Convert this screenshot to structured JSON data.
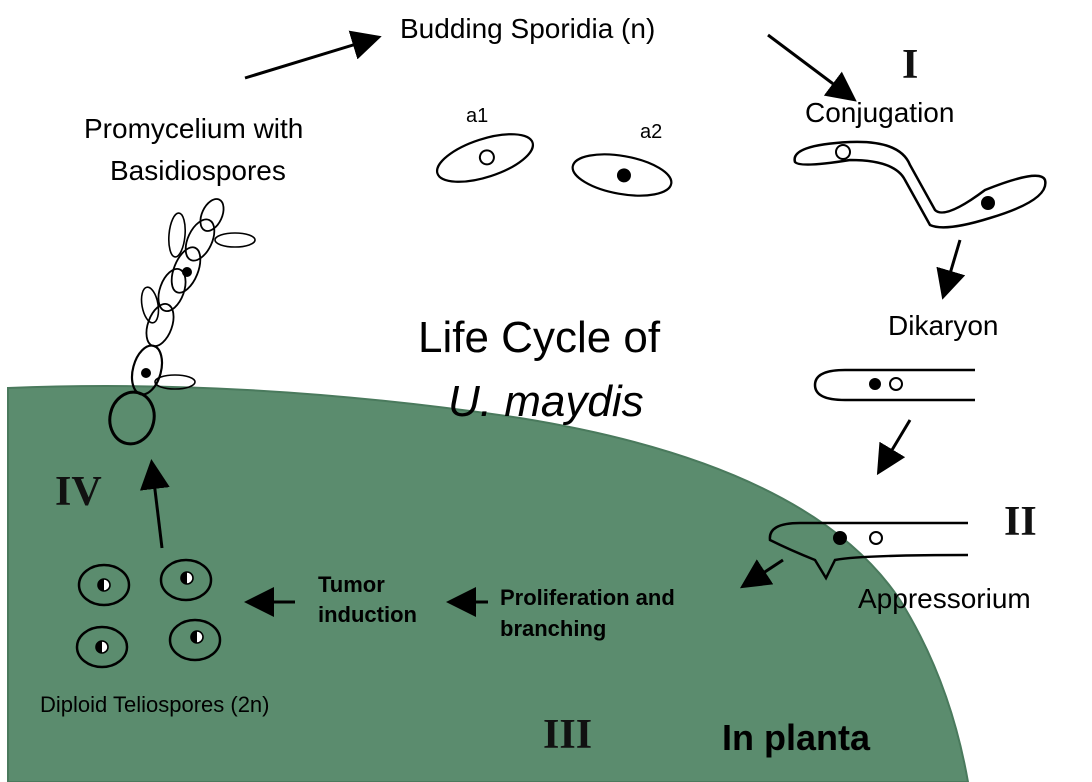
{
  "title": {
    "line1": "Life Cycle of",
    "line2": "U.  maydis"
  },
  "stages": {
    "budding": "Budding Sporidia (n)",
    "mating_a1": "a1",
    "mating_a2": "a2",
    "promycelium_line1": "Promycelium with",
    "promycelium_line2": "Basidiospores",
    "conjugation": "Conjugation",
    "dikaryon": "Dikaryon",
    "appressorium": "Appressorium",
    "proliferation_line1": "Proliferation and",
    "proliferation_line2": "branching",
    "tumor_line1": "Tumor",
    "tumor_line2": "induction",
    "teliospores": "Diploid Teliospores (2n)",
    "in_planta": "In planta"
  },
  "numerals": {
    "i": "I",
    "ii": "II",
    "iii": "III",
    "iv": "IV"
  },
  "colors": {
    "plant": "#5b8c6e",
    "ink": "#000000"
  }
}
